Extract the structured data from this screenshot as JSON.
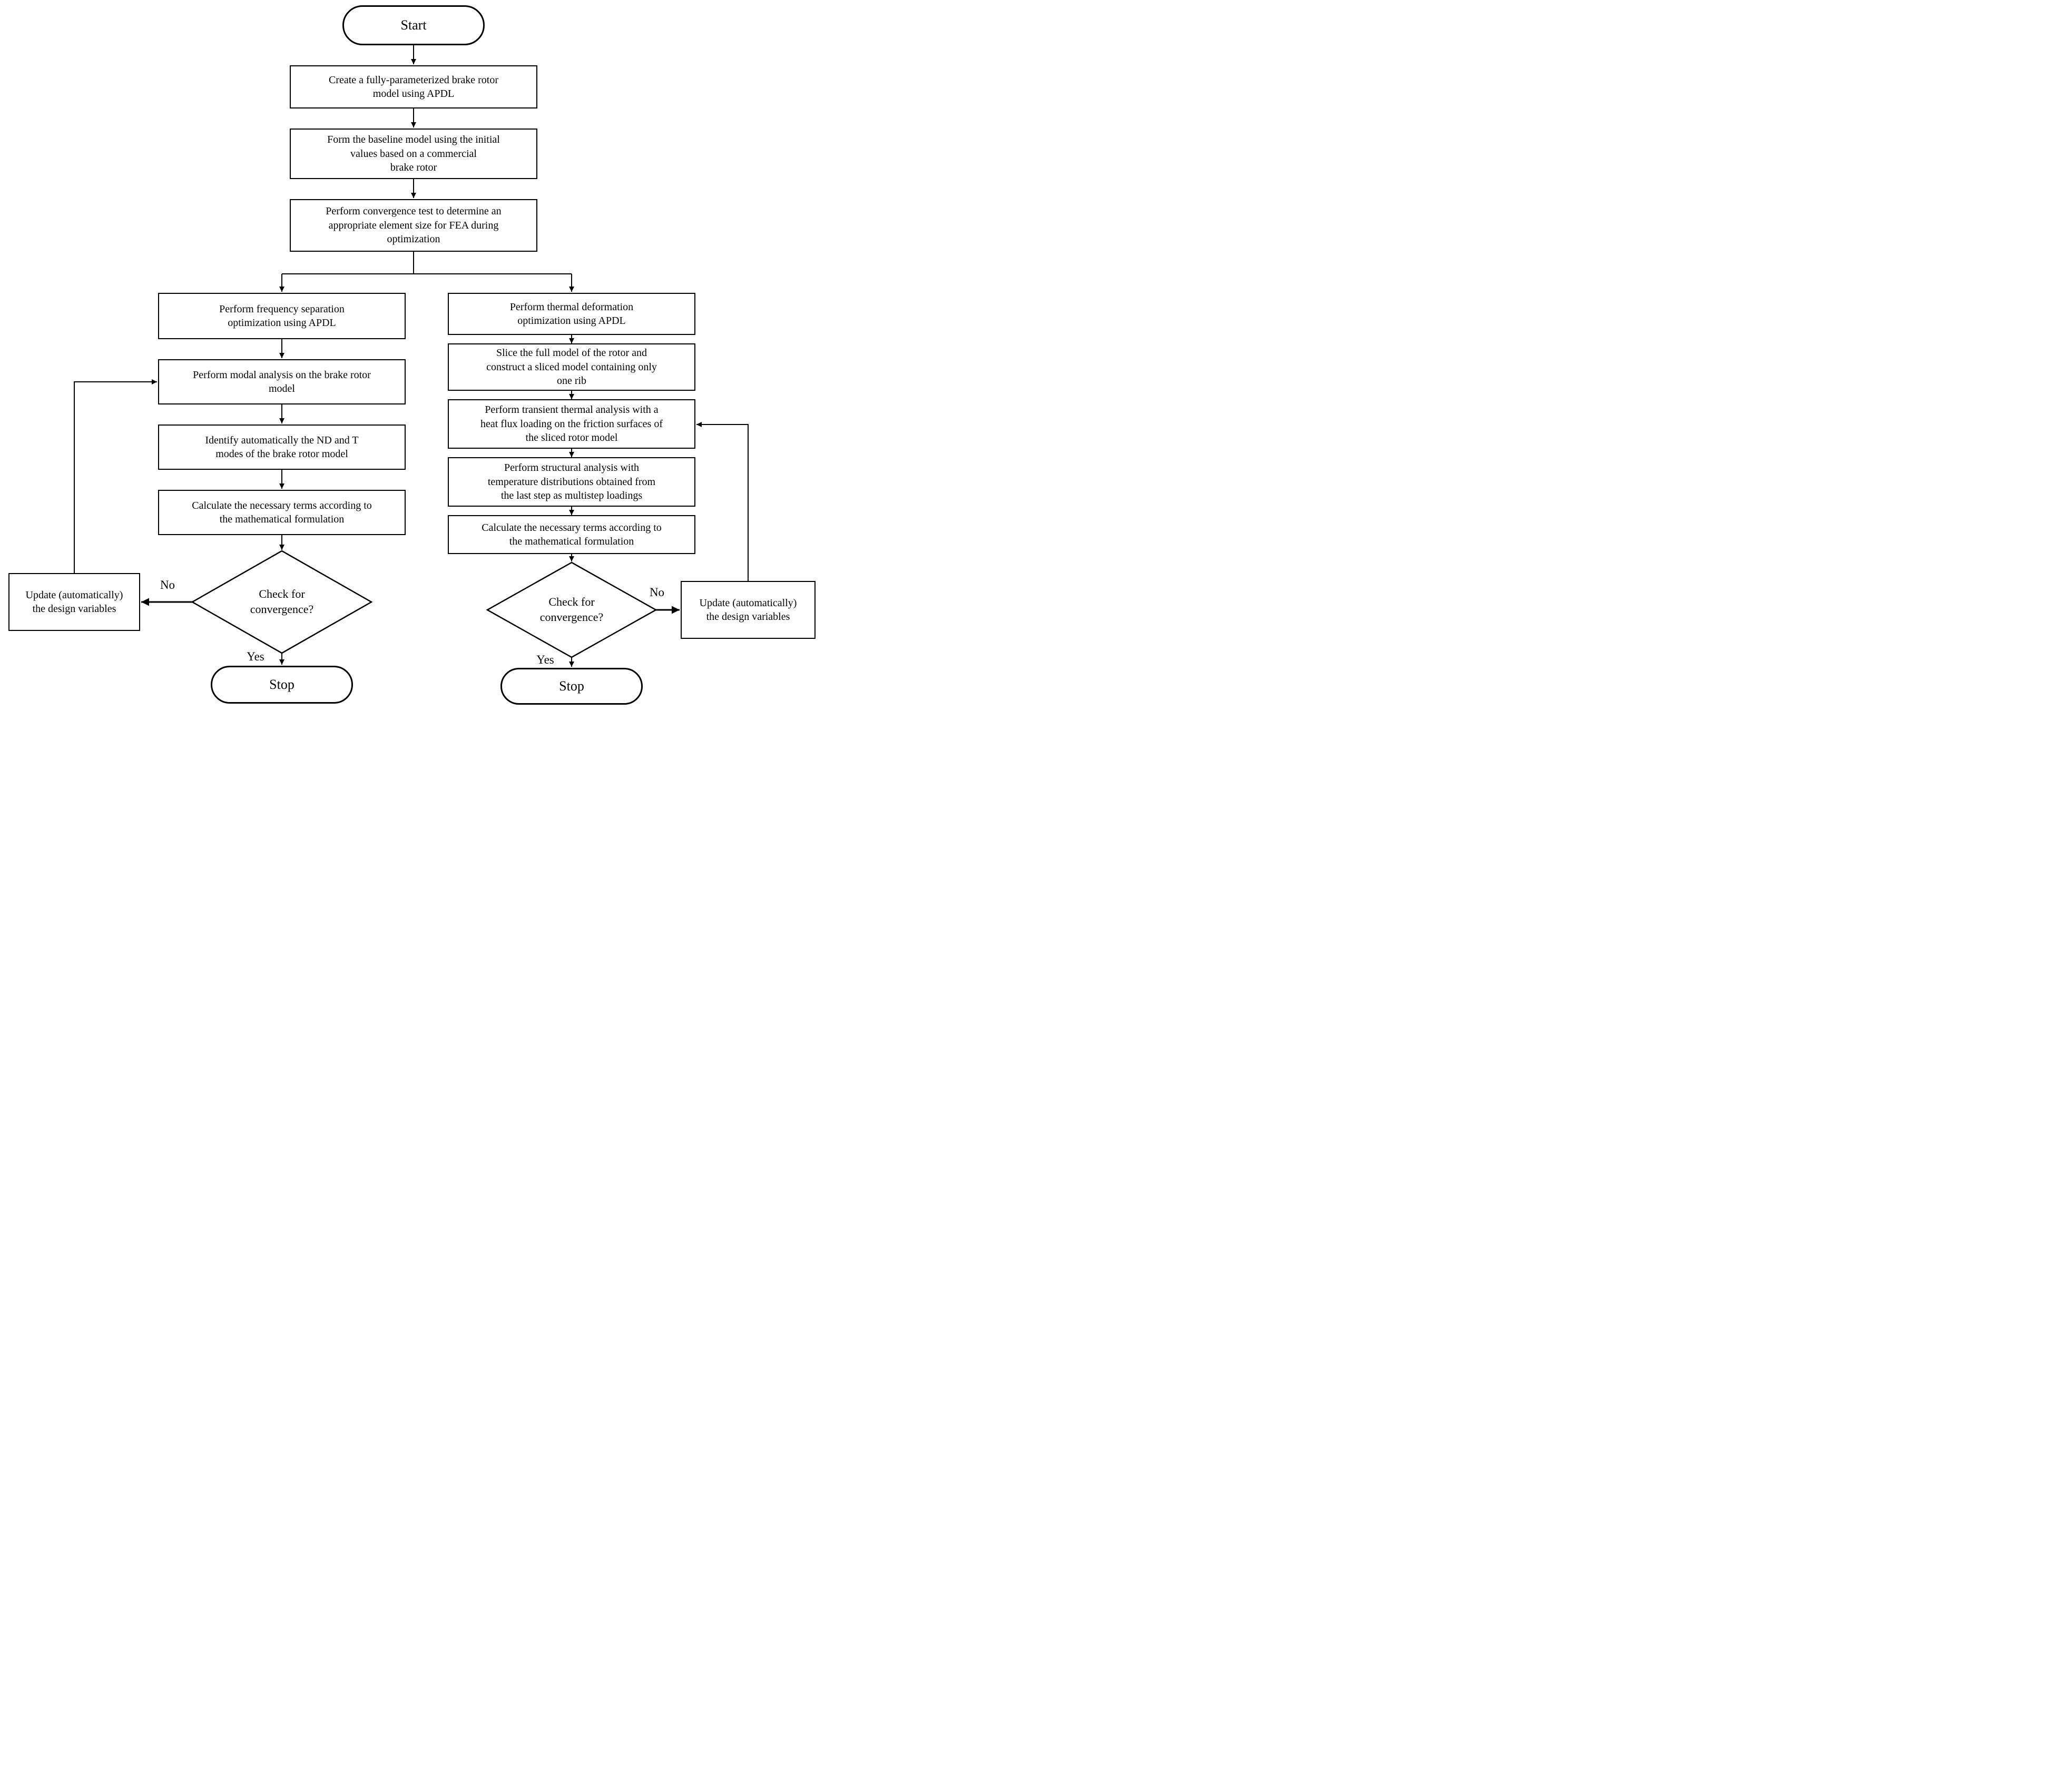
{
  "flowchart": {
    "colors": {
      "stroke": "#000000",
      "background": "#ffffff",
      "text": "#000000"
    },
    "start": {
      "label": "Start"
    },
    "top_sequence": [
      {
        "label": "Create a fully-parameterized brake rotor\nmodel using APDL"
      },
      {
        "label": "Form the baseline model using the initial\nvalues based on a commercial\nbrake rotor"
      },
      {
        "label": "Perform convergence test to determine an\nappropriate element size for FEA during\noptimization"
      }
    ],
    "left_branch": {
      "boxes": [
        "Perform frequency separation\noptimization using APDL",
        "Perform modal analysis on the brake rotor\nmodel",
        "Identify automatically the ND and T\nmodes of the brake rotor model",
        "Calculate the necessary terms according to\nthe mathematical formulation"
      ],
      "decision": "Check for\nconvergence?",
      "no_label": "No",
      "yes_label": "Yes",
      "update_box": "Update (automatically)\nthe design variables",
      "stop": "Stop"
    },
    "right_branch": {
      "boxes": [
        "Perform thermal deformation\noptimization using APDL",
        "Slice the full model of the rotor and\nconstruct a sliced model containing only\none rib",
        "Perform transient thermal analysis with a\nheat flux loading on the friction surfaces of\nthe sliced rotor model",
        "Perform structural analysis with\ntemperature distributions obtained from\nthe last step as multistep loadings",
        "Calculate the necessary terms according to\nthe mathematical formulation"
      ],
      "decision": "Check for\nconvergence?",
      "no_label": "No",
      "yes_label": "Yes",
      "update_box": "Update (automatically)\nthe design variables",
      "stop": "Stop"
    }
  }
}
